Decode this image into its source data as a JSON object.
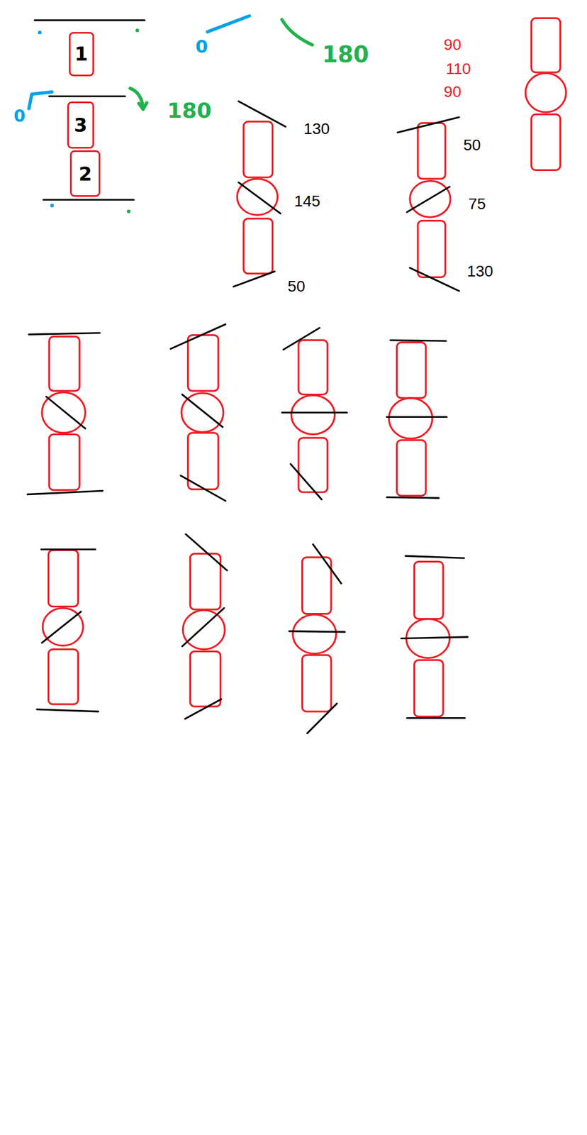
{
  "diagram": {
    "nodes": [
      {
        "text": [
          "1"
        ]
      },
      {
        "text": [
          "3"
        ]
      },
      {
        "text": [
          "2"
        ]
      }
    ],
    "labels": [
      "0",
      "180",
      "90",
      "110",
      "90",
      "0",
      "180",
      "130",
      "50",
      "145",
      "75",
      "50",
      "130"
    ]
  }
}
